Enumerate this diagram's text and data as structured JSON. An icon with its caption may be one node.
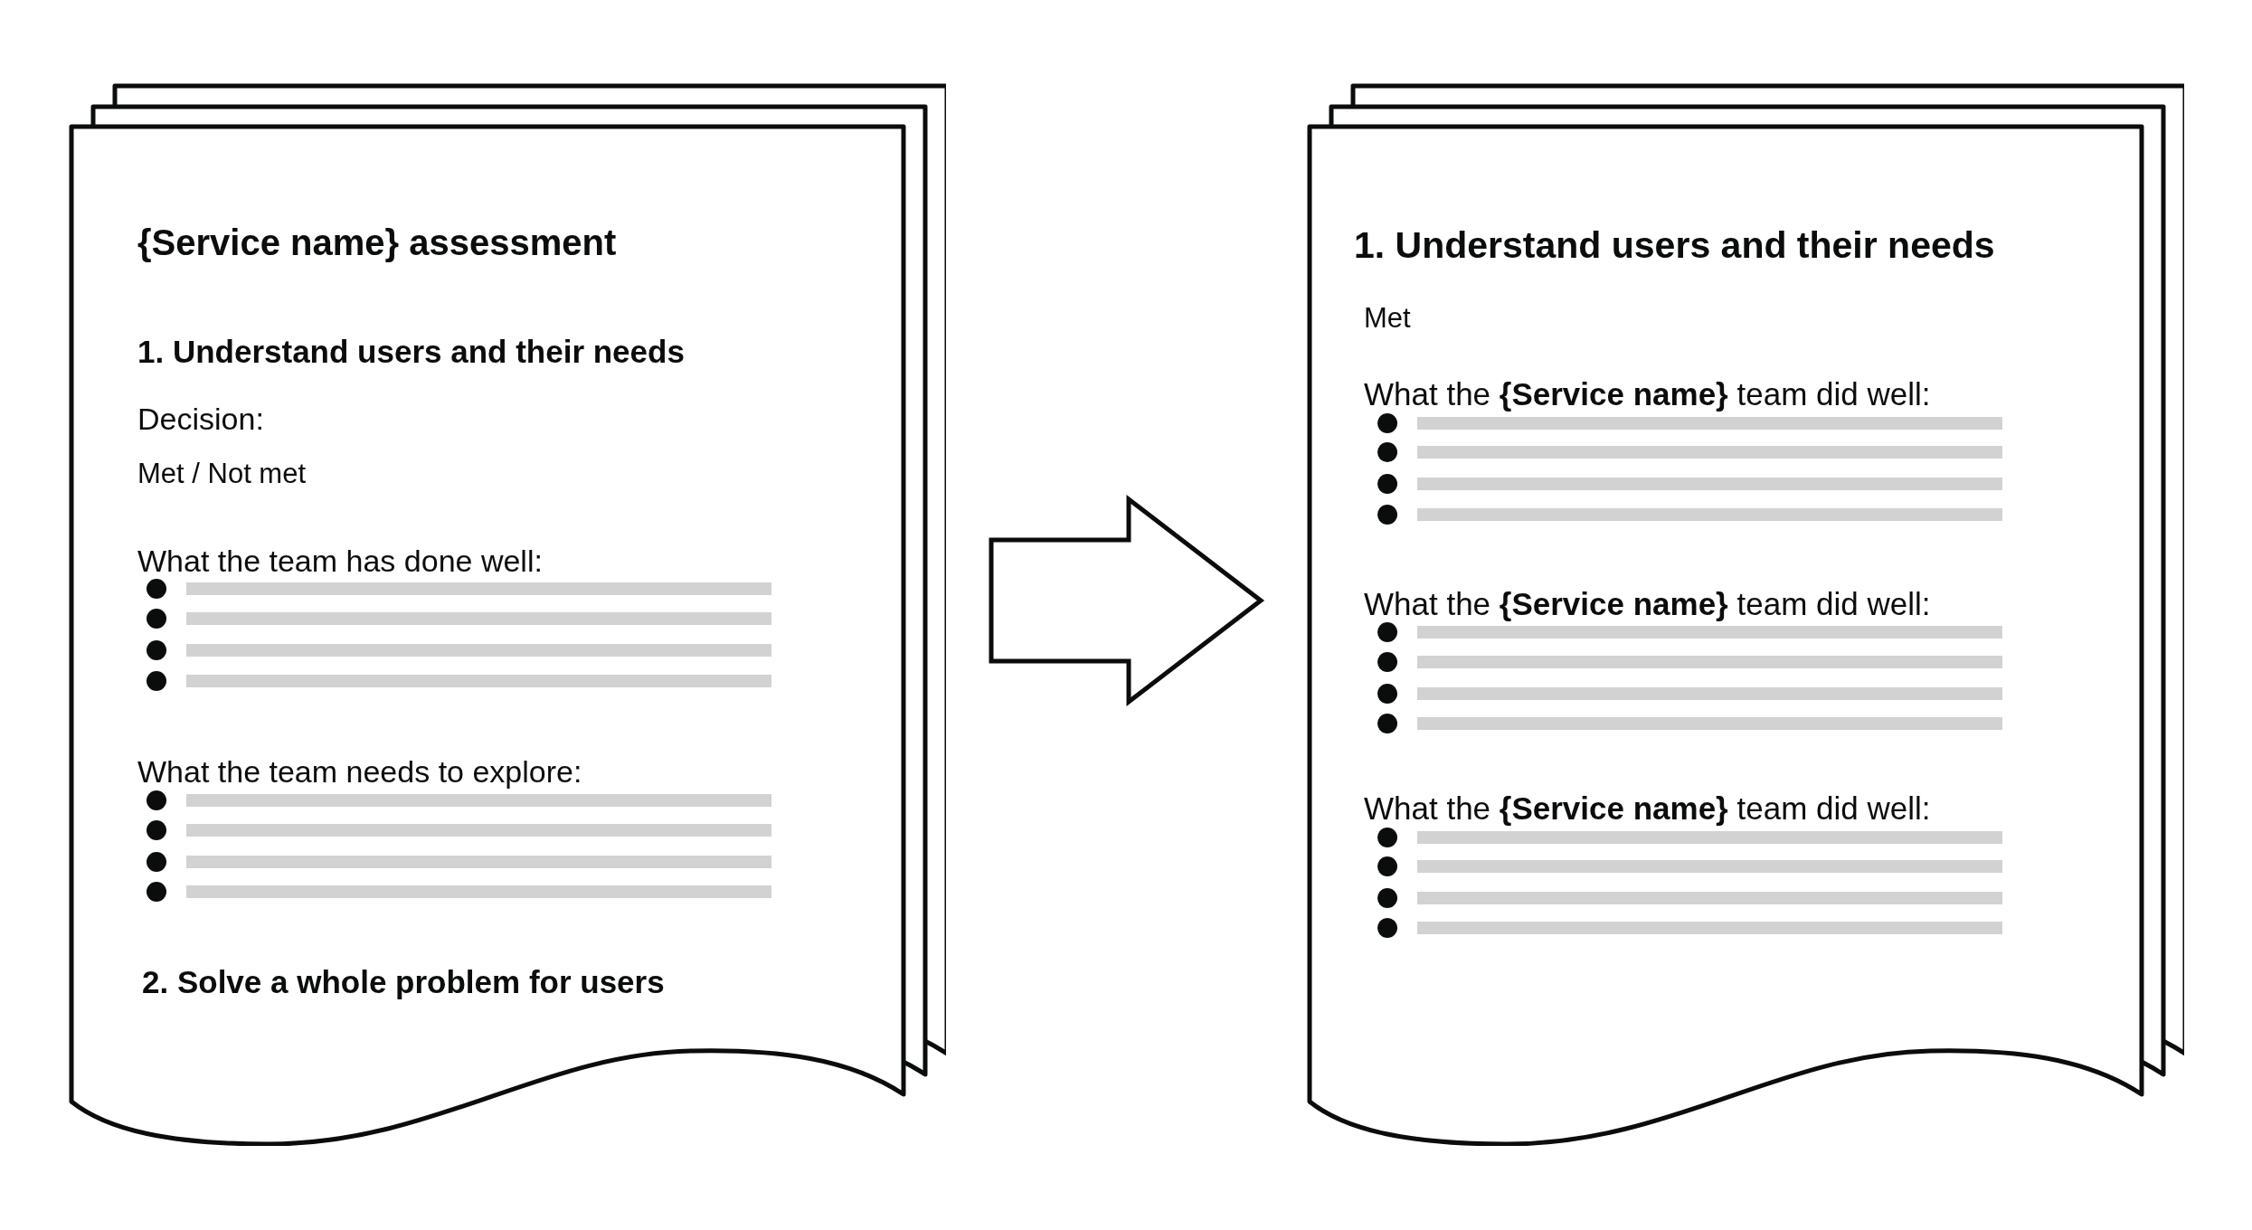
{
  "diagram": {
    "nodes": [
      {
        "text": [
          "{Service name} assessment",
          "1. Understand users and their needs",
          "Decision:",
          "Met / Not met",
          "What the team has done well:",
          "What the team needs to explore:",
          "2. Solve a whole problem for users"
        ]
      },
      {
        "text": [
          "1. Understand users and their needs",
          "Met",
          "What the **{Service name}** team did well:",
          "What the **{Service name}** team did well:",
          "What the **{Service name}** team did well:"
        ]
      }
    ],
    "edges": [
      {
        "from": 0,
        "to": 1,
        "arrow": "to"
      }
    ]
  }
}
